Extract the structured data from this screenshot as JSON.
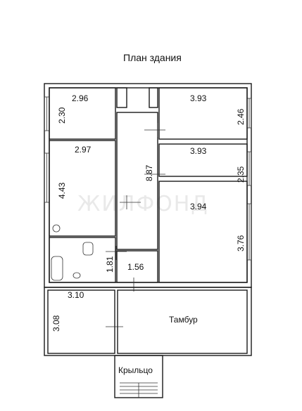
{
  "title": "План здания",
  "watermark": "ЖИЛФОНД",
  "rooms": {
    "room_a": {
      "width": "2.96",
      "height": "2.30"
    },
    "room_b": {
      "width": "2.97",
      "height": "4.43"
    },
    "corridor": {
      "length": "8.87"
    },
    "hall": {
      "width": "1.56",
      "height": "1.81"
    },
    "room_c": {
      "width": "3.93",
      "height": "2.46"
    },
    "room_d": {
      "width": "3.93",
      "height": "2.35"
    },
    "room_e": {
      "width": "3.94",
      "height": "3.76"
    },
    "storage": {
      "width": "3.10",
      "height": "3.08"
    },
    "vestibule": {
      "label": "Тамбур"
    },
    "porch": {
      "label": "Крыльцо"
    }
  }
}
